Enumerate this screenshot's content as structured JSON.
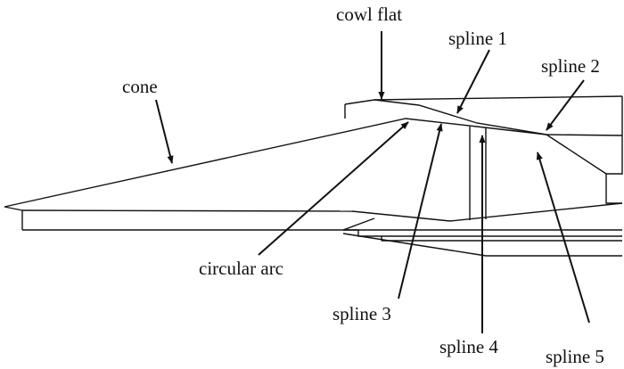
{
  "colors": {
    "line": "#111111",
    "background": "#ffffff"
  },
  "labels": {
    "cowl_flat": "cowl flat",
    "spline_1": "spline 1",
    "spline_2": "spline 2",
    "cone": "cone",
    "circular_arc": "circular arc",
    "spline_3": "spline 3",
    "spline_4": "spline 4",
    "spline_5": "spline 5"
  }
}
